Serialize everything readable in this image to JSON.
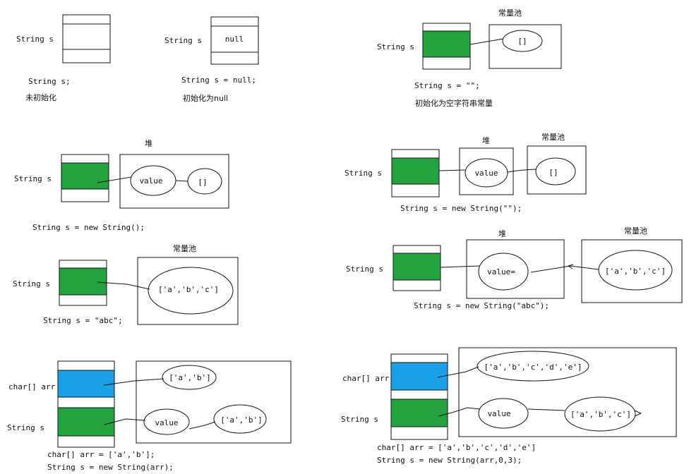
{
  "colors": {
    "variable_box": "#22a33f",
    "array_box": "#1aa1e6",
    "stroke": "#111111"
  },
  "d1": {
    "var": "String s",
    "code": "String s;",
    "note": "未初始化"
  },
  "d2": {
    "var": "String s",
    "cell": "null",
    "code": "String s = null;",
    "note": "初始化为null"
  },
  "d3": {
    "var": "String s",
    "pool_title": "常量池",
    "pool_value": "[]",
    "code": "String s = \"\";",
    "note": "初始化为空字符串常量"
  },
  "d4": {
    "var": "String s",
    "heap_title": "堆",
    "field": "value",
    "pool_value": "[]",
    "code": "String s = new String();"
  },
  "d5": {
    "var": "String s",
    "heap_title": "堆",
    "pool_title": "常量池",
    "field": "value",
    "pool_value": "[]",
    "code": "String s = new String(\"\");"
  },
  "d6": {
    "var": "String s",
    "pool_title": "常量池",
    "pool_value": "['a','b','c']",
    "code": "String s = \"abc\";"
  },
  "d7": {
    "var": "String s",
    "heap_title": "堆",
    "pool_title": "常量池",
    "field": "value=",
    "pool_value": "['a','b','c']",
    "code": "String s = new String(\"abc\");"
  },
  "d8": {
    "var1": "char[] arr",
    "var2": "String s",
    "arr_value": "['a','b']",
    "field": "value",
    "copy_value": "['a','b']",
    "code1": "char[] arr = ['a','b'];",
    "code2": "String s = new String(arr);"
  },
  "d9": {
    "var1": "char[] arr",
    "var2": "String s",
    "arr_value": "['a','b','c','d','e']",
    "field": "value",
    "copy_value": "['a','b','c']",
    "code1": "char[] arr = ['a','b','c','d','e']",
    "code2": "String s = new String(arr,0,3);"
  }
}
